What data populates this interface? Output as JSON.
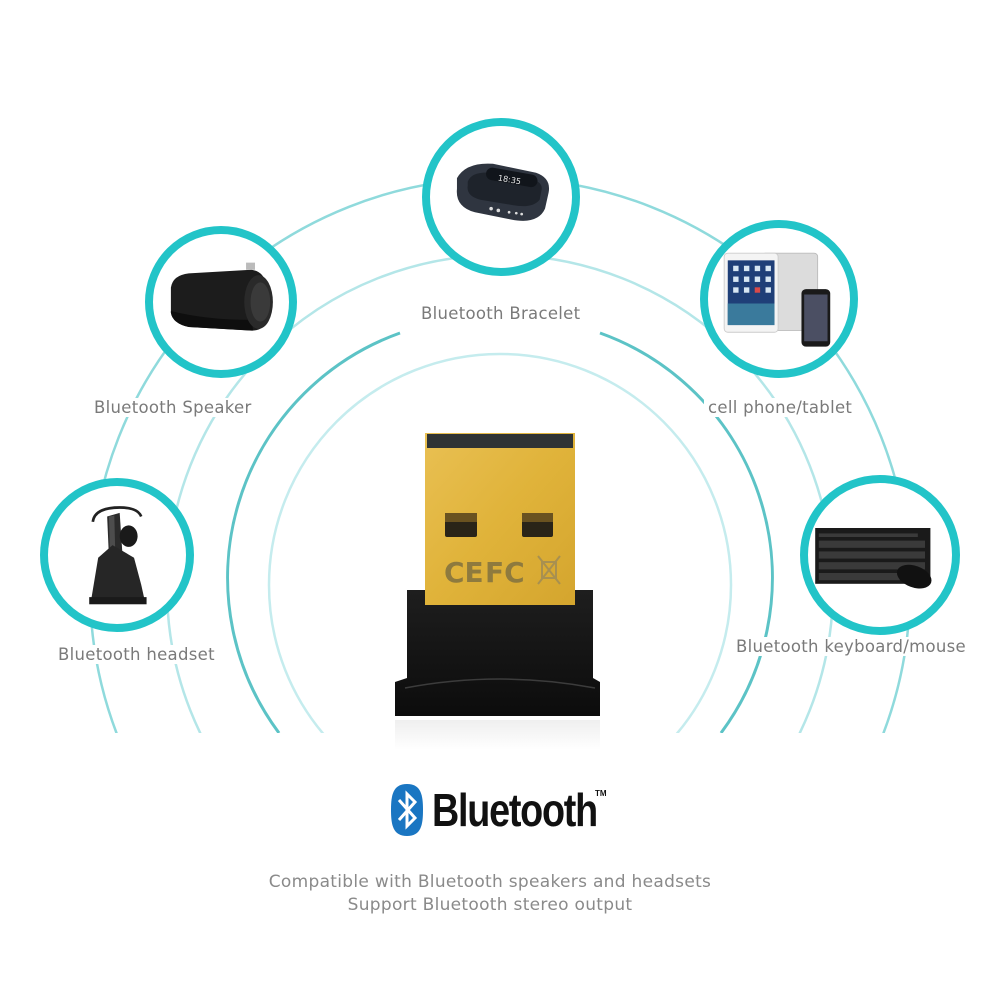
{
  "devices": {
    "bracelet": {
      "label": "Bluetooth Bracelet",
      "icon": "smart-bracelet-icon",
      "screen_text": "18:35"
    },
    "speaker": {
      "label": "Bluetooth Speaker",
      "icon": "speaker-icon"
    },
    "phone_tablet": {
      "label": "cell phone/tablet",
      "icon": "phone-tablet-icon"
    },
    "headset": {
      "label": "Bluetooth headset",
      "icon": "headset-icon"
    },
    "keyboard_mouse": {
      "label": "Bluetooth keyboard/mouse",
      "icon": "keyboard-mouse-icon"
    }
  },
  "adapter": {
    "markings": [
      "CE",
      "FC",
      "WEEE"
    ]
  },
  "brand": {
    "wordmark": "Bluetooth",
    "trademark": "TM"
  },
  "taglines": [
    "Compatible with Bluetooth speakers and headsets",
    "Support Bluetooth stereo output"
  ],
  "colors": {
    "ring": "#22c4c8",
    "arc_dark": "#5cc9cc",
    "arc_light": "#a9e3e5",
    "gold": "#e3b53c",
    "label_gray": "#7a7a7a",
    "bt_blue": "#1a76c2"
  }
}
